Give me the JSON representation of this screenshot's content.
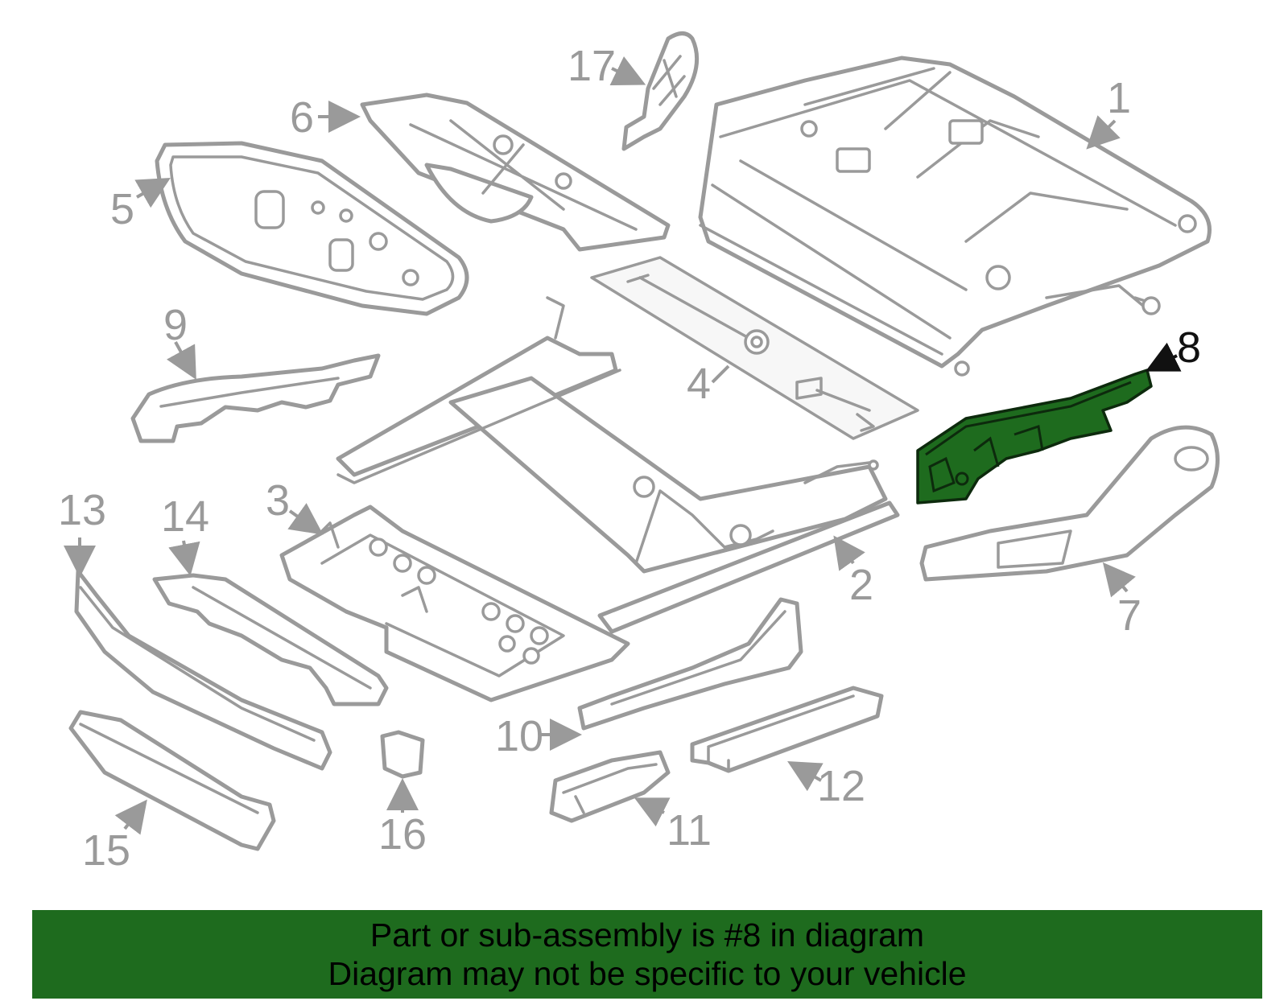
{
  "colors": {
    "highlight": "#1e6b1e",
    "line": "#9a9a9a",
    "banner": "#1e6b1e",
    "text": "#000000"
  },
  "highlighted_part": "8",
  "callouts": {
    "c1": "1",
    "c2": "2",
    "c3": "3",
    "c4": "4",
    "c5": "5",
    "c6": "6",
    "c7": "7",
    "c8": "8",
    "c9": "9",
    "c10": "10",
    "c11": "11",
    "c12": "12",
    "c13": "13",
    "c14": "14",
    "c15": "15",
    "c16": "16",
    "c17": "17"
  },
  "banner": {
    "line1": "Part or sub-assembly is #8 in diagram",
    "line2": "Diagram may not be specific to your vehicle"
  }
}
